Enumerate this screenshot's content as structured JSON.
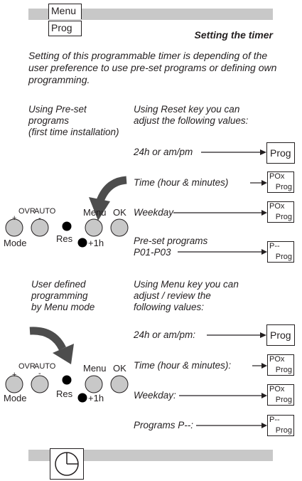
{
  "header": {
    "menu_label": "Menu",
    "prog_label": "Prog",
    "title": "Setting the timer"
  },
  "intro": "Setting of this programmable timer is depending of the user preference to use pre-set programs or defining own programming.",
  "section_preset": {
    "left_heading": [
      "Using Pre-set",
      "programs",
      "(first time installation)"
    ],
    "right_heading": [
      "Using Reset key you can",
      "adjust the following values:"
    ],
    "rows": [
      {
        "label": "24h or am/pm",
        "display": {
          "big": "Prog"
        }
      },
      {
        "label": "Time (hour & minutes)",
        "display": {
          "top": "POx",
          "bottom": "Prog"
        }
      },
      {
        "label": "Weekday",
        "display": {
          "top": "POx",
          "bottom": "Prog"
        }
      },
      {
        "label_lines": [
          "Pre-set programs",
          "P01-P03"
        ],
        "display": {
          "top": "P--",
          "bottom": "Prog"
        }
      }
    ]
  },
  "section_user": {
    "left_heading": [
      "User defined",
      "programming",
      "by Menu mode"
    ],
    "right_heading": [
      "Using Menu key you can",
      "adjust / review the",
      "following values:"
    ],
    "rows": [
      {
        "label": "24h or am/pm:",
        "display": {
          "big": "Prog"
        }
      },
      {
        "label": "Time (hour & minutes):",
        "display": {
          "top": "POx",
          "bottom": "Prog"
        }
      },
      {
        "label": "Weekday:",
        "display": {
          "top": "POx",
          "bottom": "Prog"
        }
      },
      {
        "label": "Programs P--:",
        "display": {
          "top": "P--",
          "bottom": "Prog"
        }
      }
    ]
  },
  "keypad": {
    "plus": "+",
    "minus": "-",
    "ovr": "OVR",
    "auto": "AUTO",
    "menu": "Menu",
    "ok": "OK",
    "mode": "Mode",
    "res": "Res",
    "plus1h": "+1h"
  },
  "footer": {
    "icon": "clock-icon"
  },
  "colors": {
    "band": "#c8c8c8",
    "button_fill": "#c8c8c8",
    "ink": "#231f20",
    "arrow": "#4d4d4d"
  }
}
